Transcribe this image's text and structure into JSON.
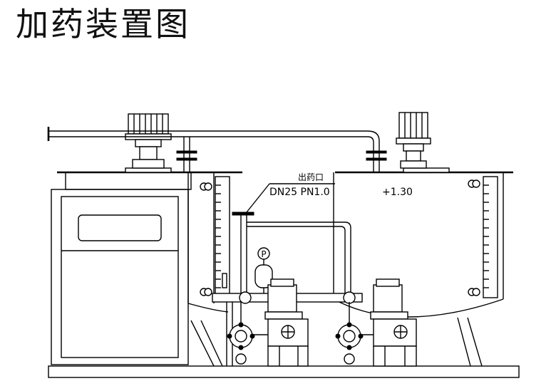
{
  "title": "加药装置图",
  "diagram": {
    "outlet_label": "出药口",
    "pipe_spec": "DN25  PN1.0",
    "elevation": "+1.30",
    "gauge_symbol": "P"
  }
}
